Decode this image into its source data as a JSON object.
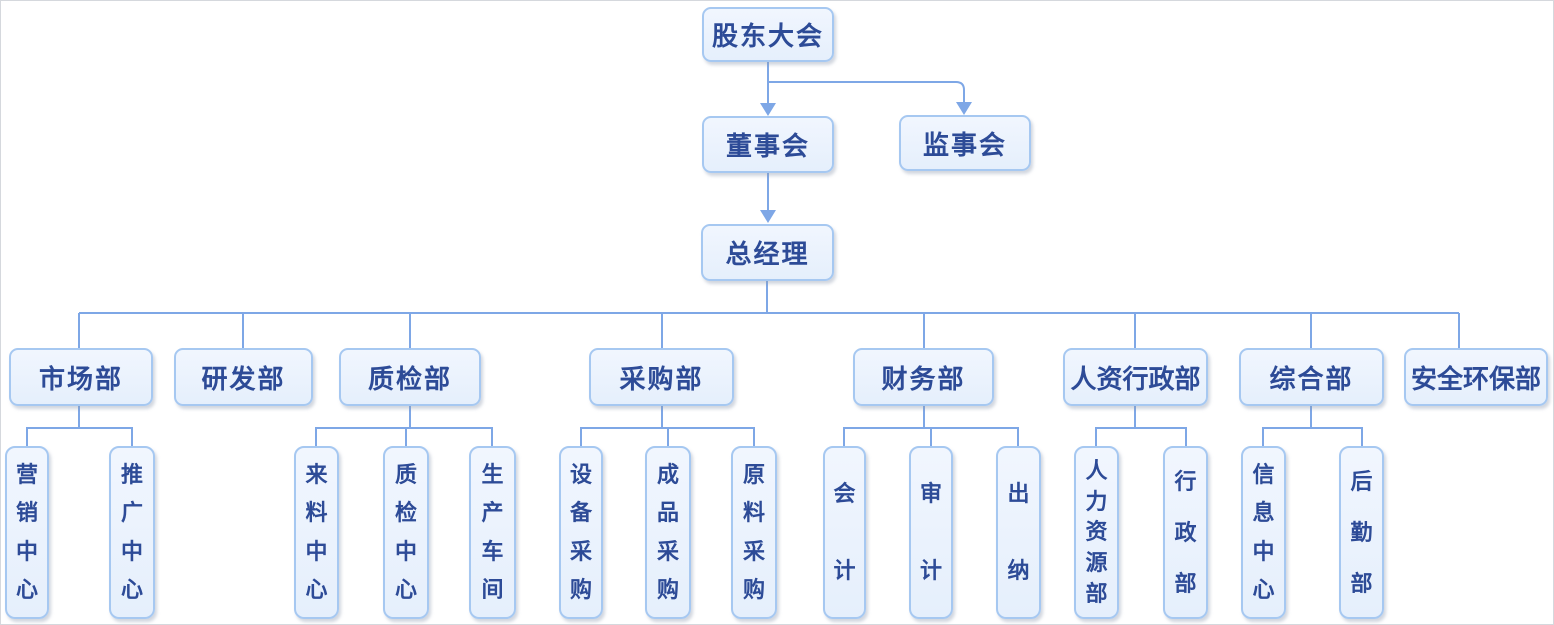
{
  "org": {
    "root": {
      "label": "股东大会"
    },
    "board": {
      "label": "董事会"
    },
    "supervisory": {
      "label": "监事会"
    },
    "gm": {
      "label": "总经理"
    },
    "departments": [
      {
        "label": "市场部",
        "children": [
          {
            "label": "营销中心"
          },
          {
            "label": "推广中心"
          }
        ]
      },
      {
        "label": "研发部",
        "children": []
      },
      {
        "label": "质检部",
        "children": [
          {
            "label": "来料中心"
          },
          {
            "label": "质检中心"
          },
          {
            "label": "生产车间"
          }
        ]
      },
      {
        "label": "采购部",
        "children": [
          {
            "label": "设备采购"
          },
          {
            "label": "成品采购"
          },
          {
            "label": "原料采购"
          }
        ]
      },
      {
        "label": "财务部",
        "children": [
          {
            "label": "会计"
          },
          {
            "label": "审计"
          },
          {
            "label": "出纳"
          }
        ]
      },
      {
        "label": "人资行政部",
        "children": [
          {
            "label": "人力资源部"
          },
          {
            "label": "行政部"
          }
        ]
      },
      {
        "label": "综合部",
        "children": [
          {
            "label": "信息中心"
          },
          {
            "label": "后勤部"
          }
        ]
      },
      {
        "label": "安全环保部",
        "children": []
      }
    ],
    "colors": {
      "node_fill": "#eaf2fd",
      "node_border": "#a6c8f1",
      "node_text": "#2d4b97",
      "connector": "#7ea7e6",
      "canvas_background": "#ffffff"
    }
  }
}
